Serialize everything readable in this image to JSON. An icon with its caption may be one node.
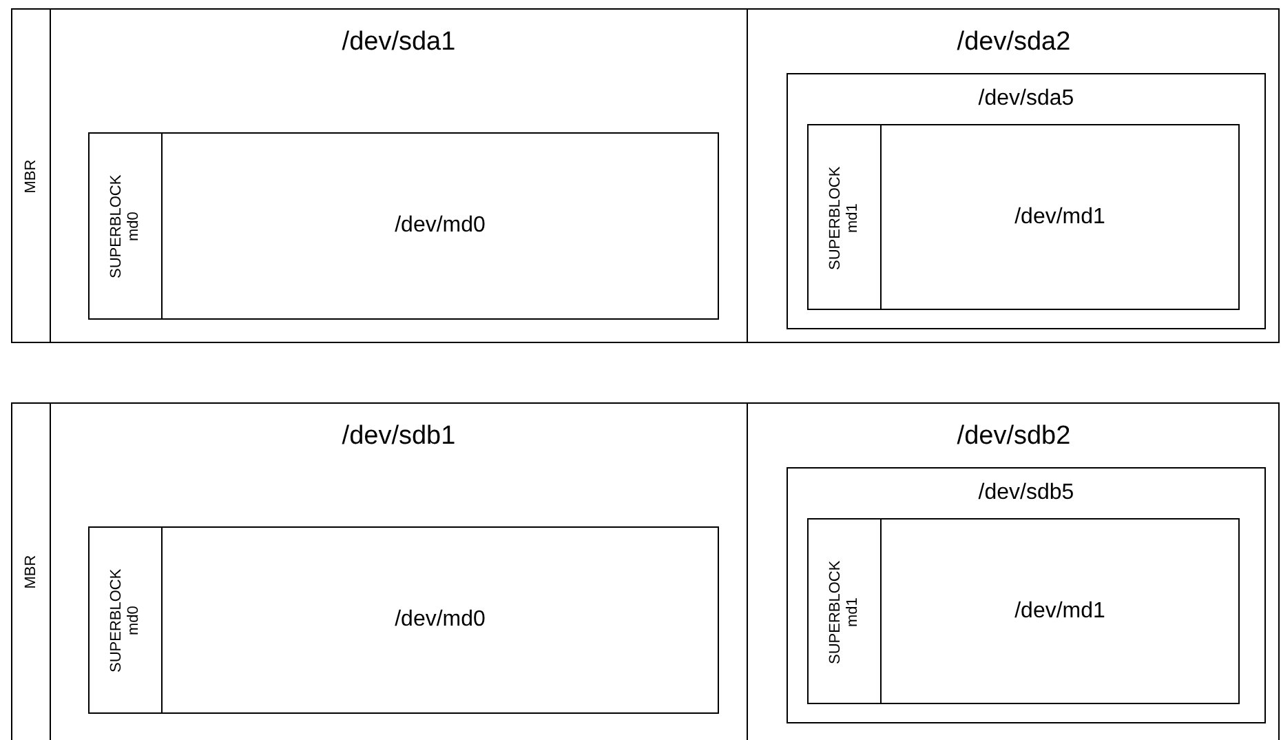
{
  "diagram": {
    "nodes": [
      {
        "text": [],
        "shape": "box"
      },
      {
        "text": [
          "MBR"
        ],
        "in": 0
      },
      {
        "text": [
          "/dev/sda1"
        ],
        "in": 0
      },
      {
        "text": [
          "SUPERBLOCK md0"
        ],
        "in": 2
      },
      {
        "text": [
          "/dev/md0"
        ],
        "in": 2
      },
      {
        "text": [
          "/dev/sda2"
        ],
        "in": 0
      },
      {
        "text": [
          "/dev/sda5"
        ],
        "in": 5
      },
      {
        "text": [
          "SUPERBLOCK md1"
        ],
        "in": 6
      },
      {
        "text": [
          "/dev/md1"
        ],
        "in": 6
      },
      {
        "text": [],
        "shape": "box"
      },
      {
        "text": [
          "MBR"
        ],
        "in": 9
      },
      {
        "text": [
          "/dev/sdb1"
        ],
        "in": 9
      },
      {
        "text": [
          "SUPERBLOCK md0"
        ],
        "in": 11
      },
      {
        "text": [
          "/dev/md0"
        ],
        "in": 11
      },
      {
        "text": [
          "/dev/sdb2"
        ],
        "in": 9
      },
      {
        "text": [
          "/dev/sdb5"
        ],
        "in": 14
      },
      {
        "text": [
          "SUPERBLOCK md1"
        ],
        "in": 15
      },
      {
        "text": [
          "/dev/md1"
        ],
        "in": 15
      }
    ]
  }
}
